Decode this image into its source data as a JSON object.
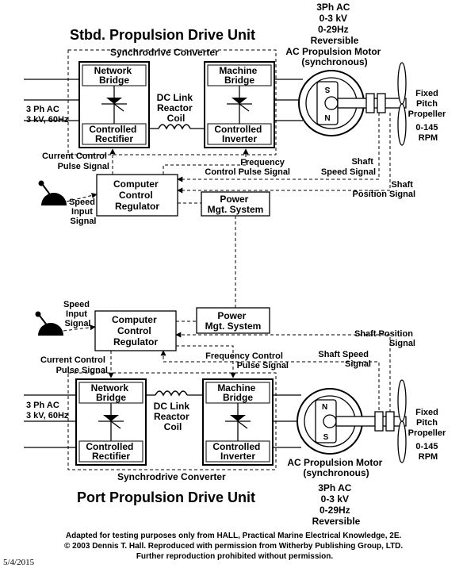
{
  "stbd": {
    "title": "Stbd. Propulsion Drive Unit",
    "converter_label": "Synchrodrive Converter",
    "motor_spec": [
      "3Ph AC",
      "0-3 kV",
      "0-29Hz",
      "Reversible"
    ],
    "motor_label": [
      "AC Propulsion Motor",
      "(synchronous)"
    ],
    "supply": [
      "3 Ph AC",
      "3 kV, 60Hz"
    ],
    "network_bridge": [
      "Network",
      "Bridge"
    ],
    "controlled_rectifier": [
      "Controlled",
      "Rectifier"
    ],
    "machine_bridge": [
      "Machine",
      "Bridge"
    ],
    "controlled_inverter": [
      "Controlled",
      "Inverter"
    ],
    "dc_link": [
      "DC Link",
      "Reactor",
      "Coil"
    ],
    "propeller": [
      "Fixed",
      "Pitch",
      "Propeller",
      "0-145",
      "RPM"
    ],
    "current_control": [
      "Current Control",
      "Pulse Signal"
    ],
    "frequency_control": [
      "Frequency",
      "Control Pulse Signal"
    ],
    "shaft_speed": [
      "Shaft",
      "Speed Signal"
    ],
    "shaft_position": [
      "Shaft",
      "Position Signal"
    ],
    "speed_input": [
      "Speed",
      "Input",
      "Signal"
    ],
    "computer": [
      "Computer",
      "Control",
      "Regulator"
    ],
    "power_mgt": [
      "Power",
      "Mgt. System"
    ],
    "rotor_poles": [
      "S",
      "N"
    ]
  },
  "port": {
    "title": "Port Propulsion Drive Unit",
    "converter_label": "Synchrodrive Converter",
    "motor_spec": [
      "3Ph AC",
      "0-3 kV",
      "0-29Hz",
      "Reversible"
    ],
    "motor_label": [
      "AC Propulsion Motor",
      "(synchronous)"
    ],
    "supply": [
      "3 Ph AC",
      "3 kV, 60Hz"
    ],
    "network_bridge": [
      "Network",
      "Bridge"
    ],
    "controlled_rectifier": [
      "Controlled",
      "Rectifier"
    ],
    "machine_bridge": [
      "Machine",
      "Bridge"
    ],
    "controlled_inverter": [
      "Controlled",
      "Inverter"
    ],
    "dc_link": [
      "DC Link",
      "Reactor",
      "Coil"
    ],
    "propeller": [
      "Fixed",
      "Pitch",
      "Propeller",
      "0-145",
      "RPM"
    ],
    "current_control": [
      "Current Control",
      "Pulse Signal"
    ],
    "frequency_control": [
      "Frequency Control",
      "Pulse Signal"
    ],
    "shaft_speed": [
      "Shaft Speed",
      "Signal"
    ],
    "shaft_position": [
      "Shaft Position",
      "Signal"
    ],
    "speed_input": [
      "Speed",
      "Input",
      "Signal"
    ],
    "computer": [
      "Computer",
      "Control",
      "Regulator"
    ],
    "power_mgt": [
      "Power",
      "Mgt. System"
    ],
    "rotor_poles": [
      "N",
      "S"
    ]
  },
  "footer": {
    "lines": [
      "Adapted for testing purposes only from HALL, Practical Marine Electrical Knowledge, 2E.",
      "© 2003 Dennis T. Hall. Reproduced with permission from Witherby Publishing Group, LTD.",
      "Further reproduction prohibited without permission."
    ],
    "date": "5/4/2015"
  }
}
